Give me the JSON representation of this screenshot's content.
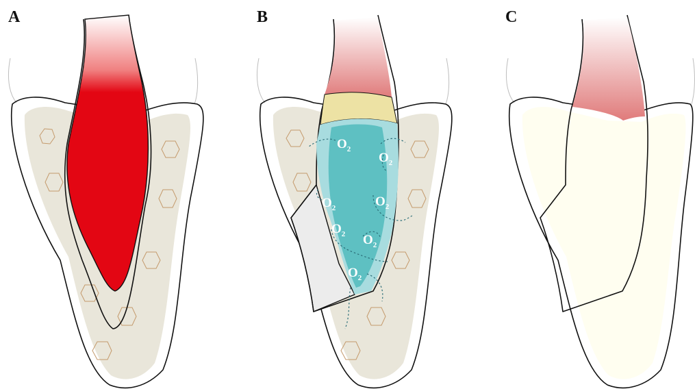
{
  "panels": [
    {
      "label": "A"
    },
    {
      "label": "B"
    },
    {
      "label": "C"
    }
  ],
  "oxygen_labels": [
    {
      "main": "O",
      "sub": "2"
    },
    {
      "main": "O",
      "sub": "2"
    },
    {
      "main": "O",
      "sub": "2"
    },
    {
      "main": "O",
      "sub": "2"
    },
    {
      "main": "O",
      "sub": "2"
    },
    {
      "main": "O",
      "sub": "2"
    },
    {
      "main": "O",
      "sub": "2"
    }
  ],
  "colors": {
    "pulp_red": "#e30613",
    "pink_crown": "#e38a8a",
    "yellow_band": "#ede2a4",
    "teal_material": "#5ec0c2",
    "light_teal": "#a8dcdf",
    "bone": "#e9e6da",
    "cream": "#fffef5",
    "hex_outline": "#c49a6c",
    "arrow_color": "#2c6e78"
  }
}
